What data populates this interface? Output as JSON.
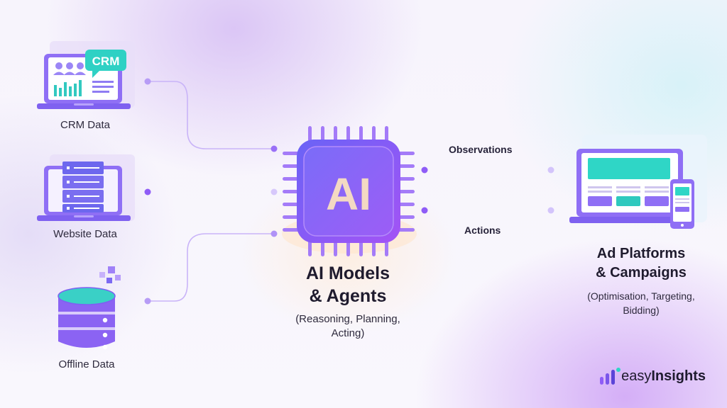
{
  "sources": [
    {
      "label": "CRM Data",
      "icon": "crm-laptop-icon",
      "badge": "CRM"
    },
    {
      "label": "Website Data",
      "icon": "server-laptop-icon"
    },
    {
      "label": "Offline Data",
      "icon": "database-icon"
    }
  ],
  "center": {
    "chip_text": "AI",
    "title_line1": "AI Models",
    "title_line2": "& Agents",
    "sub_line1": "(Reasoning, Planning,",
    "sub_line2": "Acting)"
  },
  "flows": {
    "observations": "Observations",
    "actions": "Actions"
  },
  "target": {
    "title_line1": "Ad Platforms",
    "title_line2": "& Campaigns",
    "sub_line1": "(Optimisation, Targeting,",
    "sub_line2": "Bidding)"
  },
  "brand": {
    "name_part1": "easy",
    "name_part2": "Insights",
    "icon": "easyinsights-bars-icon"
  },
  "colors": {
    "primary_purple": "#8f5cf7",
    "light_purple": "#c9b2fb",
    "teal": "#2fd8c8",
    "text_dark": "#1f1b2e"
  }
}
